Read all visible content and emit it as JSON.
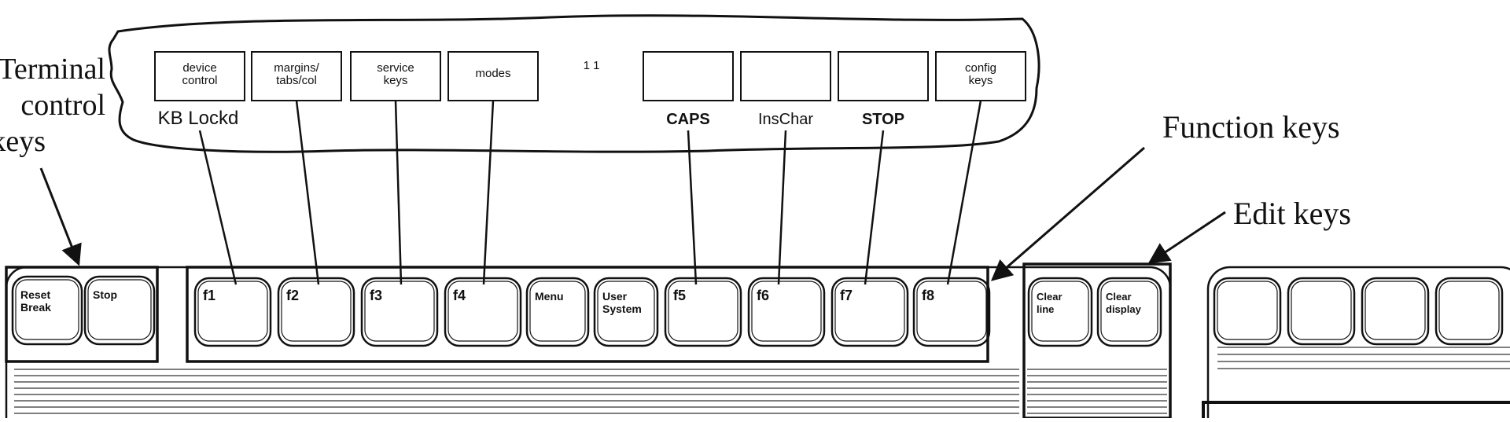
{
  "callouts": {
    "terminal_control": [
      "Terminal",
      "control",
      "keys"
    ],
    "function_keys": "Function keys",
    "edit_keys": "Edit keys"
  },
  "softkeys": {
    "indicator": "1 1",
    "boxes": [
      {
        "lines": [
          "device",
          "control"
        ],
        "status": "KB Lockd"
      },
      {
        "lines": [
          "margins/",
          "tabs/col"
        ],
        "status": ""
      },
      {
        "lines": [
          "service",
          "keys"
        ],
        "status": ""
      },
      {
        "lines": [
          "modes"
        ],
        "status": ""
      },
      {
        "lines": [
          ""
        ],
        "status": "CAPS"
      },
      {
        "lines": [
          ""
        ],
        "status": "InsChar"
      },
      {
        "lines": [
          ""
        ],
        "status": "STOP"
      },
      {
        "lines": [
          "config",
          "keys"
        ],
        "status": ""
      }
    ]
  },
  "keys": {
    "terminal_control": [
      {
        "lines": [
          "Reset",
          "Break"
        ]
      },
      {
        "lines": [
          "Stop"
        ]
      }
    ],
    "function": [
      {
        "lines": [
          "f1"
        ]
      },
      {
        "lines": [
          "f2"
        ]
      },
      {
        "lines": [
          "f3"
        ]
      },
      {
        "lines": [
          "f4"
        ]
      },
      {
        "lines": [
          "Menu"
        ]
      },
      {
        "lines": [
          "User",
          "System"
        ]
      },
      {
        "lines": [
          "f5"
        ]
      },
      {
        "lines": [
          "f6"
        ]
      },
      {
        "lines": [
          "f7"
        ]
      },
      {
        "lines": [
          "f8"
        ]
      }
    ],
    "edit": [
      {
        "lines": [
          "Clear",
          "line"
        ]
      },
      {
        "lines": [
          "Clear",
          "display"
        ]
      }
    ],
    "right_cluster_count": 4
  },
  "colors": {
    "ink": "#111111",
    "paper": "#ffffff"
  }
}
